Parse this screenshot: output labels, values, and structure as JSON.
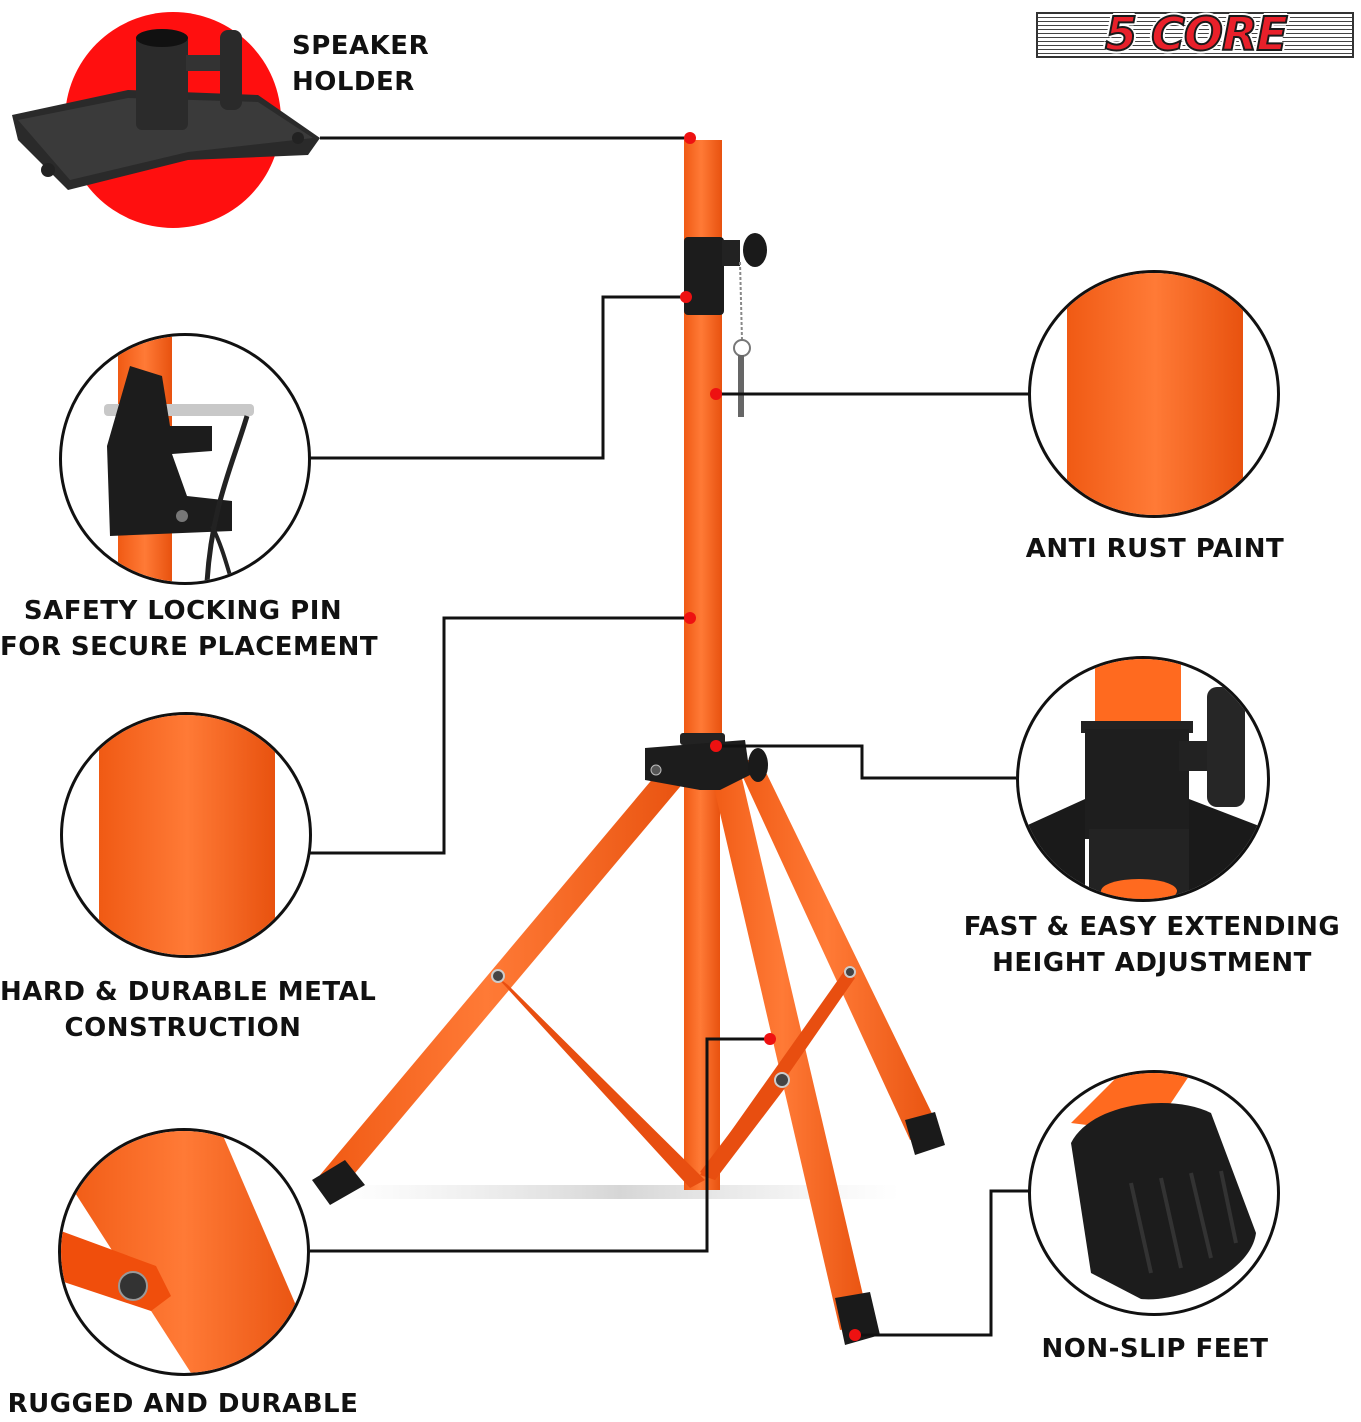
{
  "brand": {
    "logo_text": "5 CORE",
    "logo_color": "#e8202a"
  },
  "product": {
    "type": "speaker tripod stand",
    "tube_color": "#ff6a1f",
    "hardware_color": "#1c1c1c",
    "callout_dot_color": "#ee1111"
  },
  "features": [
    {
      "id": "speaker-holder",
      "label_line1": "SPEAKER",
      "label_line2": "HOLDER",
      "icon": "speaker-mount-plate-icon"
    },
    {
      "id": "safety-locking-pin",
      "label_line1": "SAFETY LOCKING PIN",
      "label_line2": "FOR SECURE PLACEMENT",
      "icon": "locking-pin-icon"
    },
    {
      "id": "anti-rust-paint",
      "label_line1": "ANTI RUST PAINT",
      "label_line2": "",
      "icon": "painted-tube-icon"
    },
    {
      "id": "metal-construction",
      "label_line1": "HARD & DURABLE METAL",
      "label_line2": "CONSTRUCTION",
      "icon": "metal-tube-icon"
    },
    {
      "id": "height-adjustment",
      "label_line1": "FAST & EASY EXTENDING",
      "label_line2": "HEIGHT ADJUSTMENT",
      "icon": "adjustment-knob-icon"
    },
    {
      "id": "rugged-durable",
      "label_line1": "RUGGED AND DURABLE",
      "label_line2": "",
      "icon": "leg-brace-joint-icon"
    },
    {
      "id": "non-slip-feet",
      "label_line1": "NON-SLIP FEET",
      "label_line2": "",
      "icon": "rubber-foot-icon"
    }
  ]
}
